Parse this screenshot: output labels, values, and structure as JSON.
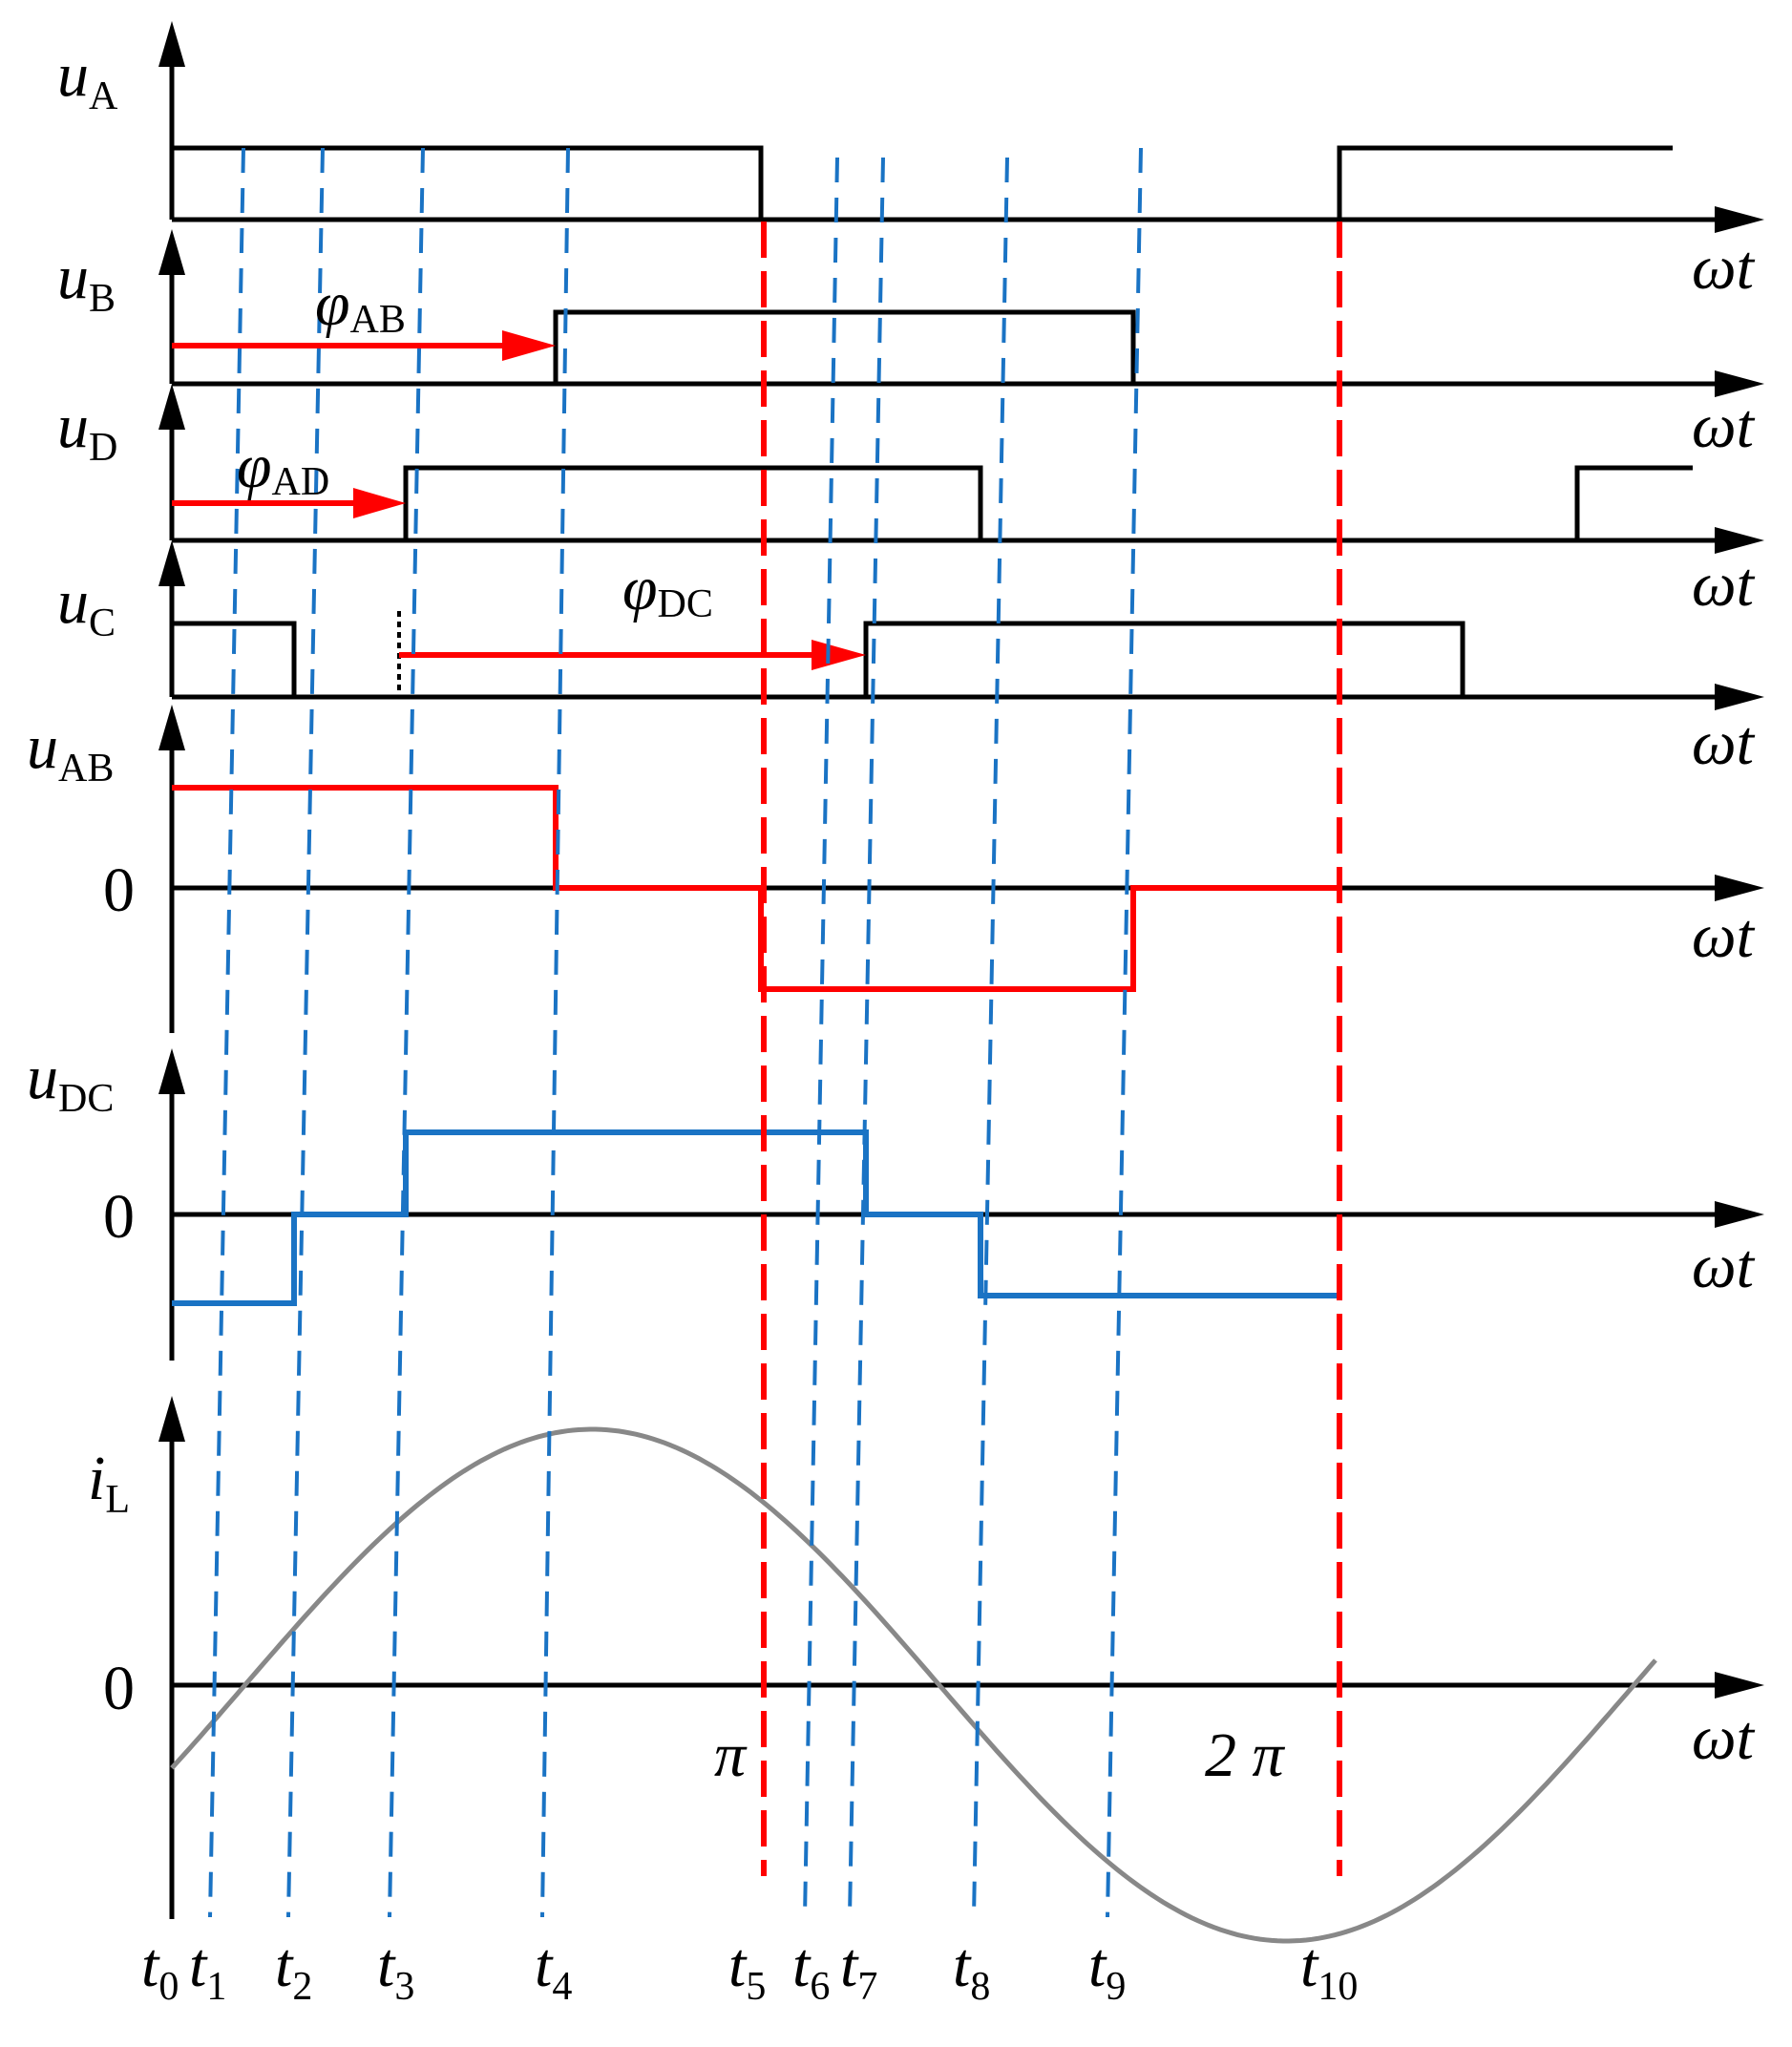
{
  "colors": {
    "axis": "#000000",
    "pulse": "#000000",
    "phase_arrow": "#ff0000",
    "u_AB_trace": "#ff0000",
    "u_DC_trace": "#1a73c4",
    "i_L_trace": "#888888",
    "blue_markers": "#1a73c4",
    "red_markers": "#ff0000"
  },
  "x_axis_label": {
    "main": "ωt"
  },
  "zero_label": "0",
  "panels": [
    {
      "id": "uA",
      "label": {
        "main": "u",
        "sub": "A"
      }
    },
    {
      "id": "uB",
      "label": {
        "main": "u",
        "sub": "B"
      }
    },
    {
      "id": "uD",
      "label": {
        "main": "u",
        "sub": "D"
      }
    },
    {
      "id": "uC",
      "label": {
        "main": "u",
        "sub": "C"
      }
    },
    {
      "id": "uAB",
      "label": {
        "main": "u",
        "sub": "AB"
      }
    },
    {
      "id": "uDC",
      "label": {
        "main": "u",
        "sub": "DC"
      }
    },
    {
      "id": "iL",
      "label": {
        "main": "i",
        "sub": "L"
      }
    }
  ],
  "phase_labels": [
    {
      "id": "phiAB",
      "main": "φ",
      "sub": "AB"
    },
    {
      "id": "phiAD",
      "main": "φ",
      "sub": "AD"
    },
    {
      "id": "phiDC",
      "main": "φ",
      "sub": "DC"
    }
  ],
  "angle_labels": {
    "pi": "π",
    "two_pi": "2 π"
  },
  "time_markers": [
    {
      "main": "t",
      "sub": "0"
    },
    {
      "main": "t",
      "sub": "1"
    },
    {
      "main": "t",
      "sub": "2"
    },
    {
      "main": "t",
      "sub": "3"
    },
    {
      "main": "t",
      "sub": "4"
    },
    {
      "main": "t",
      "sub": "5"
    },
    {
      "main": "t",
      "sub": "6"
    },
    {
      "main": "t",
      "sub": "7"
    },
    {
      "main": "t",
      "sub": "8"
    },
    {
      "main": "t",
      "sub": "9"
    },
    {
      "main": "t",
      "sub": "10"
    }
  ]
}
